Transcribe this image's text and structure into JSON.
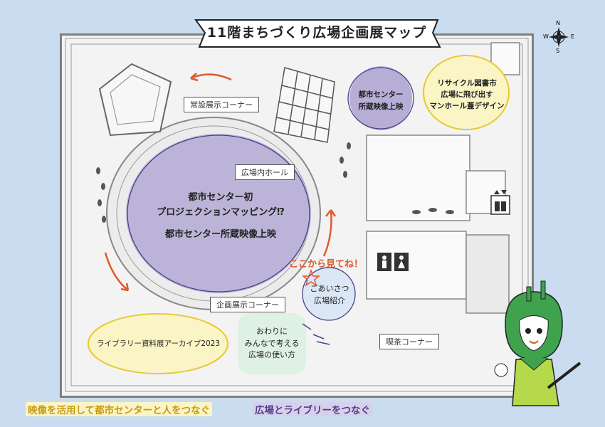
{
  "title": "11階まちづくり広場企画展マップ",
  "compass": {
    "n": "N",
    "e": "E",
    "s": "S",
    "w": "W"
  },
  "labels": {
    "permanent_corner": "常設展示コーナー",
    "hall": "広場内ホール",
    "exhibit_corner": "企画展示コーナー",
    "cafe_corner": "喫茶コーナー",
    "look_here": "ここから見てね！"
  },
  "blobs": {
    "projection_line1": "都市センター初",
    "projection_line2": "プロジェクションマッピング⁉",
    "projection_line3": "都市センター所蔵映像上映",
    "video_line1": "都市センター",
    "video_line2": "所蔵映像上映",
    "recycle_line1": "リサイクル図書市",
    "recycle_line2": "広場に飛び出す",
    "recycle_line3": "マンホール蓋デザイン",
    "archive": "ライブラリー資料展アーカイブ2023",
    "greeting_line1": "ごあいさつ",
    "greeting_line2": "広場紹介",
    "ending_line1": "おわりに",
    "ending_line2": "みんなで考える",
    "ending_line3": "広場の使い方"
  },
  "bottom": {
    "left": "映像を活用して都市センターと人をつなぐ",
    "right": "広場とライブリーをつなぐ"
  },
  "colors": {
    "background": "#c9dcf0",
    "purple_blob": "#b7aed6",
    "yellow_blob": "#fbf4c4",
    "mint_blob": "#dff0e4",
    "arrow_orange": "#e05a2b",
    "mascot_green": "#3fa34d"
  },
  "icons": [
    "compass-icon",
    "elevator-icon",
    "restroom-icon",
    "star-icon",
    "arrow-icon",
    "footprint-icon"
  ]
}
